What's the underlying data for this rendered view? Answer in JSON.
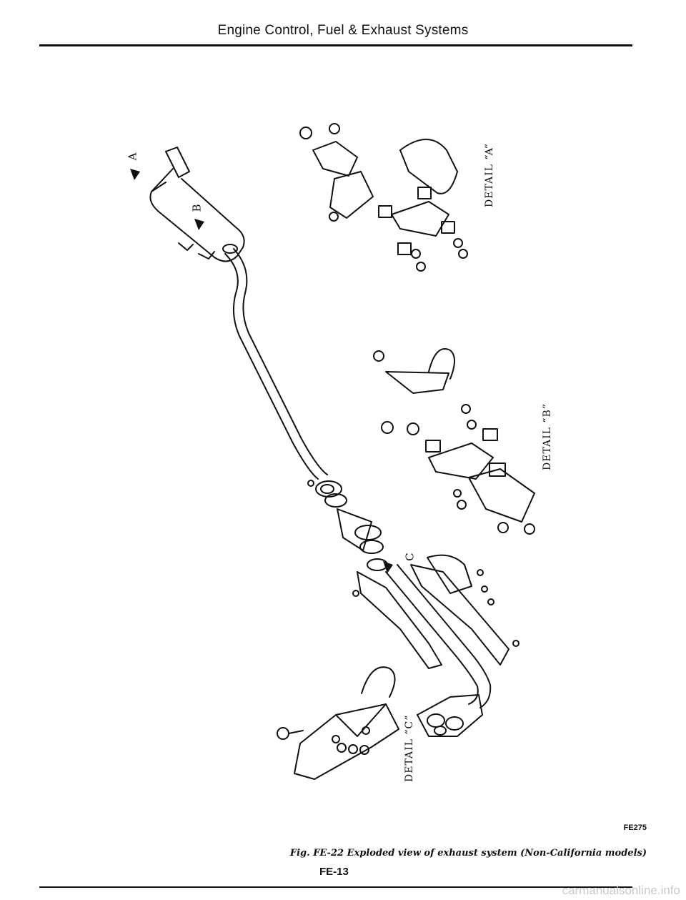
{
  "header": {
    "title": "Engine Control, Fuel & Exhaust Systems"
  },
  "diagram": {
    "detail_a": "DETAIL “A”",
    "detail_b": "DETAIL “B”",
    "detail_c": "DETAIL “C”",
    "marker_a": "A",
    "marker_b": "B",
    "marker_c": "C"
  },
  "figure": {
    "code": "FE275",
    "caption": "Fig. FE-22  Exploded view of exhaust system (Non-California models)"
  },
  "footer": {
    "page_number": "FE-13",
    "watermark": "carmanualsonline.info"
  }
}
